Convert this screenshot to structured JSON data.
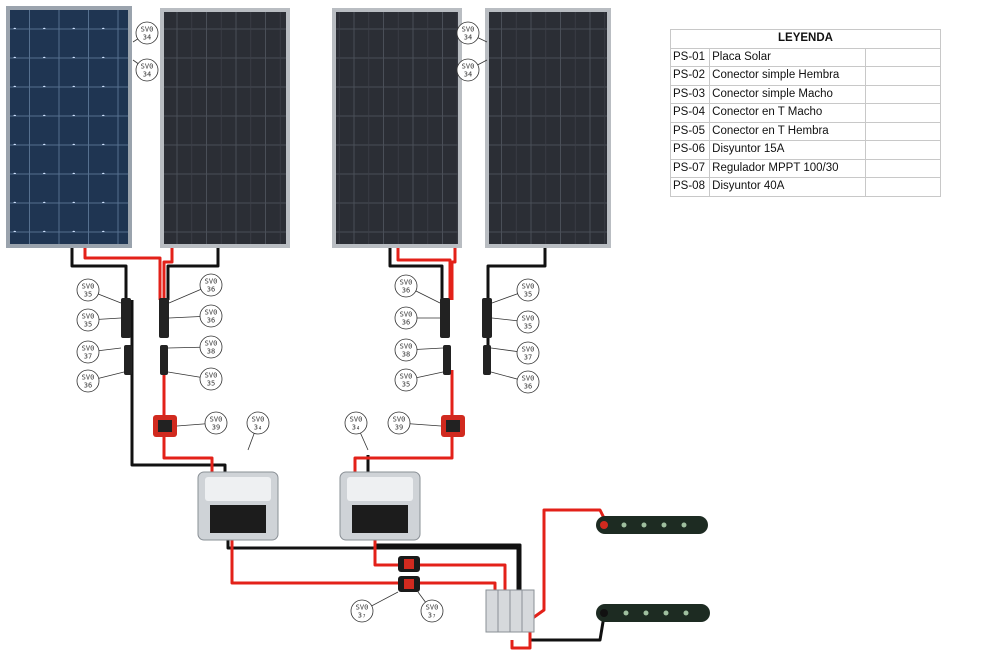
{
  "legend": {
    "title": "LEYENDA",
    "rows": [
      {
        "code": "PS-01",
        "desc": "Placa Solar"
      },
      {
        "code": "PS-02",
        "desc": "Conector simple Hembra"
      },
      {
        "code": "PS-03",
        "desc": "Conector simple Macho"
      },
      {
        "code": "PS-04",
        "desc": "Conector en T Macho"
      },
      {
        "code": "PS-05",
        "desc": "Conector en T Hembra"
      },
      {
        "code": "PS-06",
        "desc": "Disyuntor 15A"
      },
      {
        "code": "PS-07",
        "desc": "Regulador MPPT 100/30"
      },
      {
        "code": "PS-08",
        "desc": "Disyuntor 40A"
      }
    ]
  },
  "callouts": [
    {
      "top": "SV0",
      "bottom": "34"
    },
    {
      "top": "SV0",
      "bottom": "34"
    },
    {
      "top": "SV0",
      "bottom": "34"
    },
    {
      "top": "SV0",
      "bottom": "34"
    },
    {
      "top": "SV0",
      "bottom": "35"
    },
    {
      "top": "SV0",
      "bottom": "35"
    },
    {
      "top": "SV0",
      "bottom": "37"
    },
    {
      "top": "SV0",
      "bottom": "36"
    },
    {
      "top": "SV0",
      "bottom": "36"
    },
    {
      "top": "SV0",
      "bottom": "36"
    },
    {
      "top": "SV0",
      "bottom": "38"
    },
    {
      "top": "SV0",
      "bottom": "35"
    },
    {
      "top": "SV0",
      "bottom": "36"
    },
    {
      "top": "SV0",
      "bottom": "36"
    },
    {
      "top": "SV0",
      "bottom": "38"
    },
    {
      "top": "SV0",
      "bottom": "35"
    },
    {
      "top": "SV0",
      "bottom": "35"
    },
    {
      "top": "SV0",
      "bottom": "35"
    },
    {
      "top": "SV0",
      "bottom": "37"
    },
    {
      "top": "SV0",
      "bottom": "36"
    },
    {
      "top": "SV0",
      "bottom": "39"
    },
    {
      "top": "SV0",
      "bottom": "3₄"
    },
    {
      "top": "SV0",
      "bottom": "3₄"
    },
    {
      "top": "SV0",
      "bottom": "39"
    },
    {
      "top": "SV0",
      "bottom": "3₇"
    },
    {
      "top": "SV0",
      "bottom": "3₇"
    }
  ],
  "colors": {
    "positive_wire": "#e32119",
    "negative_wire": "#111111",
    "panel_frame": "#b4b8bd",
    "panel_cell": "#2a2d33",
    "panel_left_cell": "#1e3350"
  }
}
